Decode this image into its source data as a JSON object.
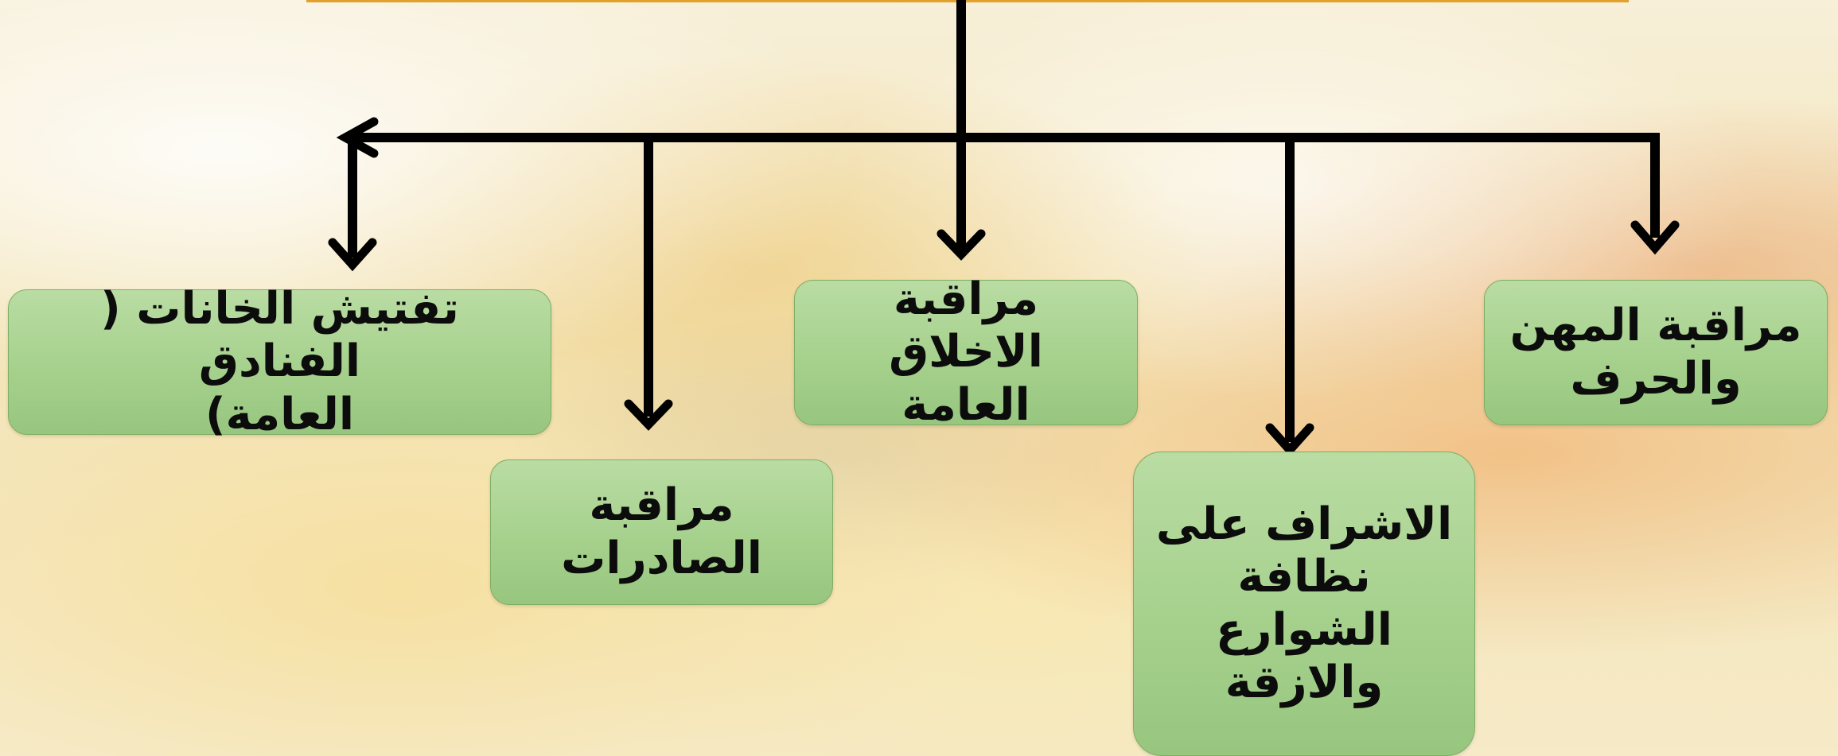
{
  "nodes": [
    {
      "id": "crafts",
      "label": "مراقبة المهن\nوالحرف"
    },
    {
      "id": "public-morals",
      "label": "مراقبة الاخلاق\nالعامة"
    },
    {
      "id": "inns-inspection",
      "label": "تفتيش الخانات ( الفنادق\nالعامة)"
    },
    {
      "id": "exports",
      "label": "مراقبة\nالصادرات"
    },
    {
      "id": "streets-cleanliness",
      "label": "الاشراف على\nنظافة الشوارع\nوالازقة"
    }
  ]
}
